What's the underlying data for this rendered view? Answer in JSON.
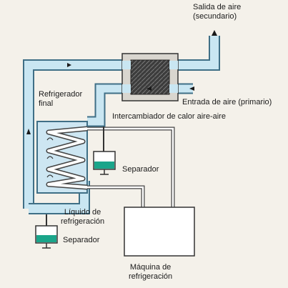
{
  "labels": {
    "secondary_outlet_1": "Salida de aire",
    "secondary_outlet_2": "(secundario)",
    "primary_inlet": "Entrada de aire (primario)",
    "heat_exchanger": "Intercambiador de calor aire-aire",
    "final_cooler_1": "Refrigerador",
    "final_cooler_2": "final",
    "separator_upper": "Separador",
    "separator_lower": "Separador",
    "liquid_1": "Líquido de",
    "liquid_2": "refrigeración",
    "machine_1": "Máquina de",
    "machine_2": "refrigeración"
  },
  "colors": {
    "air_duct": "#c9e6f2",
    "duct_outline": "#3f6f86",
    "exchanger_core": "#4a4a4a",
    "cooler_body": "#cde6f2",
    "coil": "#ffffff",
    "separator_liquid": "#1aa58a",
    "background": "#f4f1ea"
  },
  "icons": {
    "flow_arrow": "arrow-head-icon",
    "ground": "ground-symbol-icon"
  }
}
